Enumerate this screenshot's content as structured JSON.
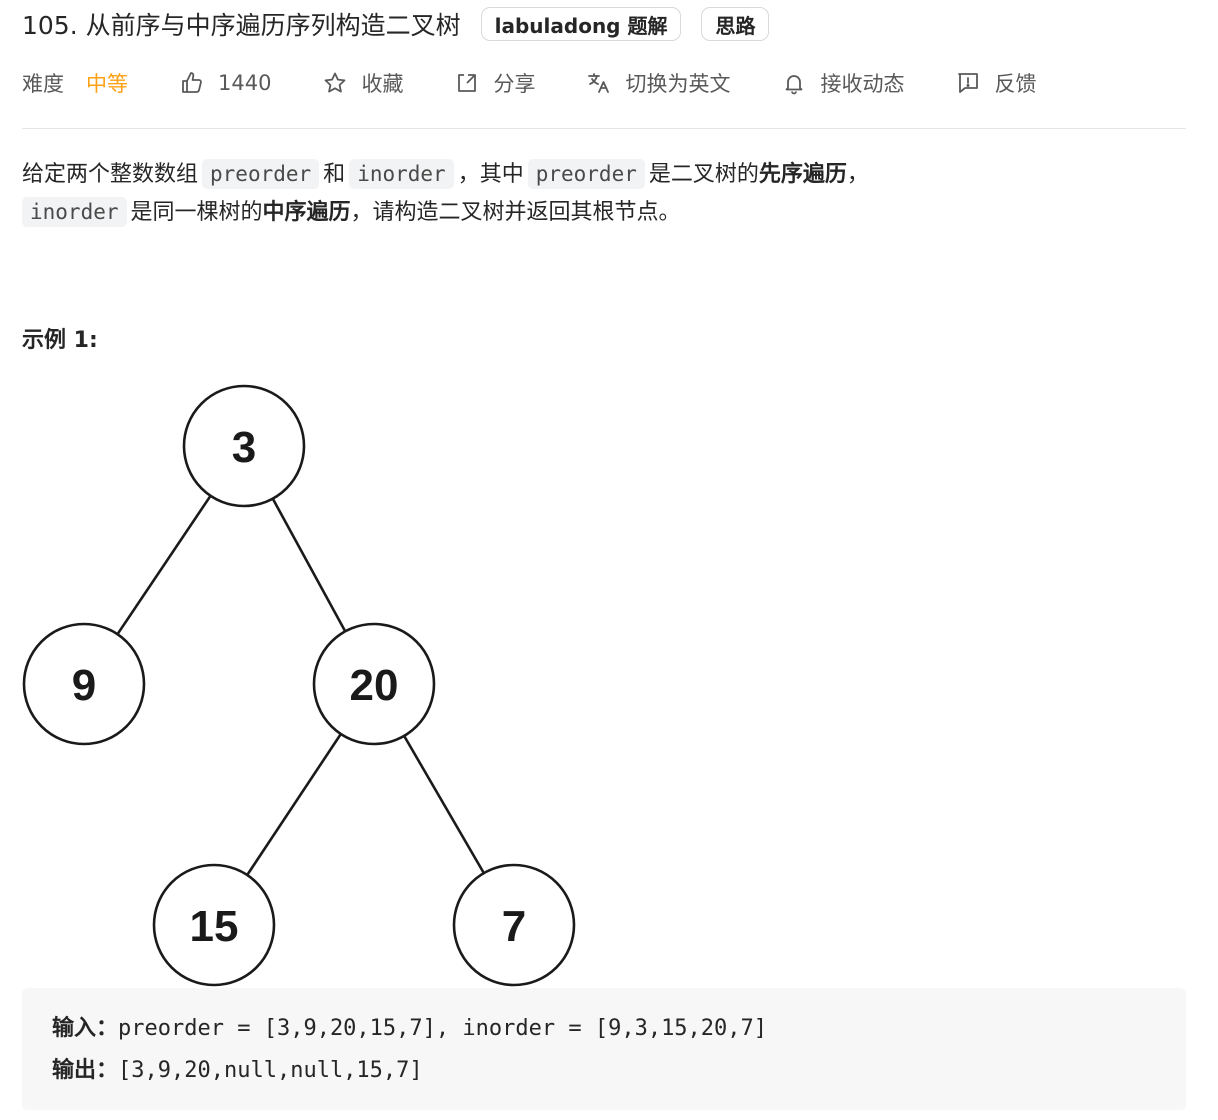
{
  "header": {
    "title": "105. 从前序与中序遍历序列构造二叉树",
    "tags": [
      "labuladong 题解",
      "思路"
    ]
  },
  "meta": {
    "difficulty_label": "难度",
    "difficulty_value": "中等",
    "likes": "1440",
    "favorite": "收藏",
    "share": "分享",
    "translate": "切换为英文",
    "notify": "接收动态",
    "feedback": "反馈"
  },
  "colors": {
    "difficulty_medium": "#ffa116",
    "code_bg": "#f2f3f4"
  },
  "description": {
    "l1_a": "给定两个整数数组",
    "code_preorder": "preorder",
    "l1_b": "和",
    "code_inorder": "inorder",
    "l1_c": "，其中",
    "l1_d": "是二叉树的",
    "l1_bold": "先序遍历",
    "l1_e": "，",
    "l2_a": "是同一棵树的",
    "l2_bold": "中序遍历",
    "l2_b": "，请构造二叉树并返回其根节点。"
  },
  "example": {
    "heading": "示例 1:",
    "input_label": "输入：",
    "input_value": "preorder = [3,9,20,15,7], inorder = [9,3,15,20,7]",
    "output_label": "输出：",
    "output_value": "[3,9,20,null,null,15,7]"
  },
  "tree": {
    "nodes": [
      {
        "id": "n3",
        "label": "3"
      },
      {
        "id": "n9",
        "label": "9"
      },
      {
        "id": "n20",
        "label": "20"
      },
      {
        "id": "n15",
        "label": "15"
      },
      {
        "id": "n7",
        "label": "7"
      }
    ],
    "edges": [
      [
        "n3",
        "n9"
      ],
      [
        "n3",
        "n20"
      ],
      [
        "n20",
        "n15"
      ],
      [
        "n20",
        "n7"
      ]
    ]
  }
}
